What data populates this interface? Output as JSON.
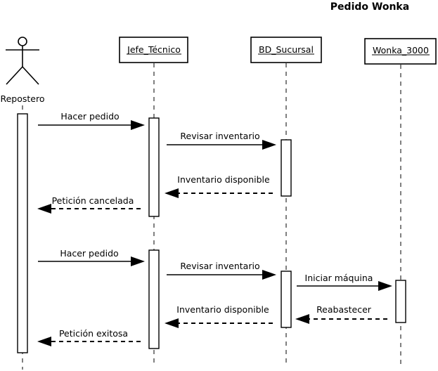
{
  "title": "Pedido Wonka",
  "actor": {
    "label": "Repostero"
  },
  "participants": [
    {
      "label": "Jefe_Técnico"
    },
    {
      "label": "BD_Sucursal"
    },
    {
      "label": "Wonka_3000"
    }
  ],
  "messages": [
    {
      "label": "Hacer pedido",
      "from": "Repostero",
      "to": "Jefe_Técnico",
      "style": "solid"
    },
    {
      "label": "Revisar inventario",
      "from": "Jefe_Técnico",
      "to": "BD_Sucursal",
      "style": "solid"
    },
    {
      "label": "Inventario disponible",
      "from": "BD_Sucursal",
      "to": "Jefe_Técnico",
      "style": "dashed"
    },
    {
      "label": "Petición cancelada",
      "from": "Jefe_Técnico",
      "to": "Repostero",
      "style": "dashed"
    },
    {
      "label": "Hacer pedido",
      "from": "Repostero",
      "to": "Jefe_Técnico",
      "style": "solid"
    },
    {
      "label": "Revisar inventario",
      "from": "Jefe_Técnico",
      "to": "BD_Sucursal",
      "style": "solid"
    },
    {
      "label": "Iniciar máquina",
      "from": "BD_Sucursal",
      "to": "Wonka_3000",
      "style": "solid"
    },
    {
      "label": "Reabastecer",
      "from": "Wonka_3000",
      "to": "BD_Sucursal",
      "style": "dashed"
    },
    {
      "label": "Inventario disponible",
      "from": "BD_Sucursal",
      "to": "Jefe_Técnico",
      "style": "dashed"
    },
    {
      "label": "Petición exitosa",
      "from": "Jefe_Técnico",
      "to": "Repostero",
      "style": "dashed"
    }
  ]
}
